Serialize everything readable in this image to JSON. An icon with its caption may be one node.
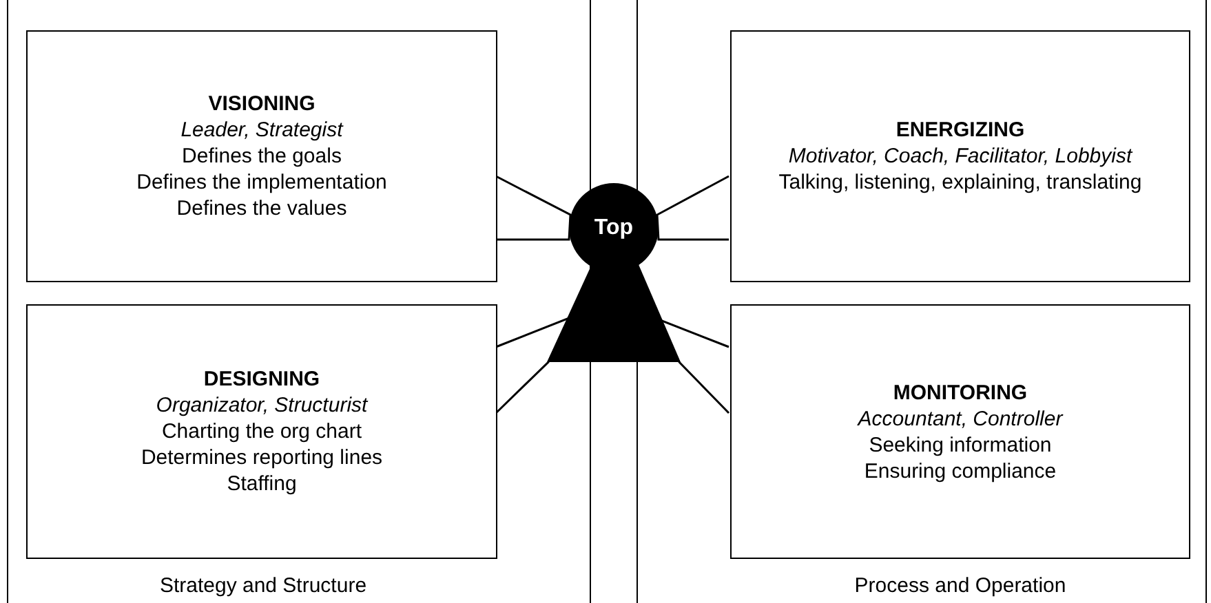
{
  "diagram": {
    "nodes": [
      {
        "text": [
          "Strategy and Structure"
        ]
      },
      {
        "text": [
          "VISIONING",
          "Leader, Strategist",
          "Defines the goals",
          "Defines the implementation",
          "Defines the values"
        ],
        "in": 0
      },
      {
        "text": [
          "DESIGNING",
          "Organizator, Structurist",
          "Charting the org chart",
          "Determines reporting lines",
          "Staffing"
        ],
        "in": 0
      },
      {
        "text": [
          "Process and Operation"
        ]
      },
      {
        "text": [
          "ENERGIZING",
          "Motivator, Coach, Facilitator, Lobbyist",
          "Talking, listening, explaining, translating"
        ],
        "in": 3
      },
      {
        "text": [
          "MONITORING",
          "Accountant, Controller",
          "Seeking information",
          "Ensuring compliance"
        ],
        "in": 3
      },
      {
        "text": [
          "Top"
        ]
      }
    ],
    "edges": [
      {
        "from": 1,
        "to": 6,
        "arrow": "none"
      },
      {
        "from": 2,
        "to": 6,
        "arrow": "none"
      },
      {
        "from": 4,
        "to": 6,
        "arrow": "none"
      },
      {
        "from": 5,
        "to": 6,
        "arrow": "none"
      }
    ]
  }
}
